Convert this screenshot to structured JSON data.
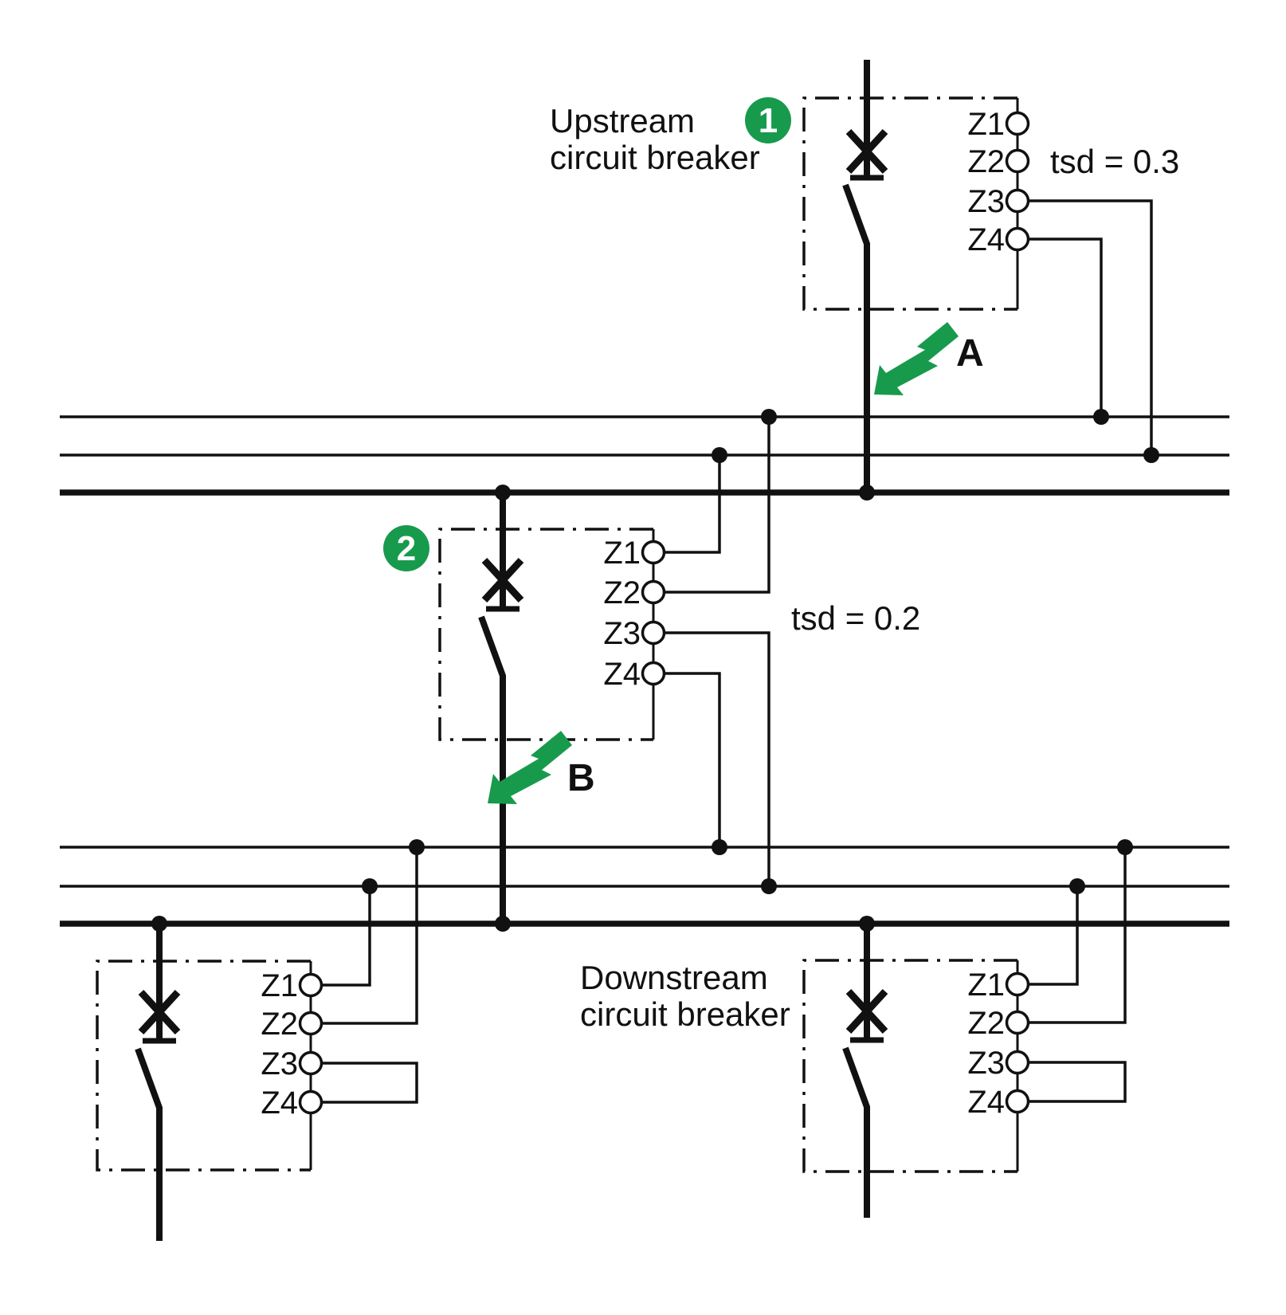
{
  "labels": {
    "upstream_line1": "Upstream",
    "upstream_line2": "circuit breaker",
    "downstream_line1": "Downstream",
    "downstream_line2": "circuit breaker",
    "tsd_upstream": "tsd = 0.3",
    "tsd_middle": "tsd = 0.2",
    "fault_a": "A",
    "fault_b": "B",
    "badge_upstream": "1",
    "badge_middle": "2"
  },
  "terminals": [
    "Z1",
    "Z2",
    "Z3",
    "Z4"
  ],
  "colors": {
    "accent_green": "#189A4D",
    "line": "#111111",
    "background": "#FFFFFF"
  },
  "diagram_data": {
    "type": "one-line electrical diagram, zone selective interlocking",
    "breakers": [
      {
        "badge": "1",
        "label": "Upstream circuit breaker",
        "tsd_setting": "tsd = 0.3",
        "terminals": [
          "Z1",
          "Z2",
          "Z3",
          "Z4"
        ]
      },
      {
        "badge": "2",
        "tsd_setting": "tsd = 0.2",
        "terminals": [
          "Z1",
          "Z2",
          "Z3",
          "Z4"
        ]
      },
      {
        "label": "Downstream circuit breaker",
        "terminals": [
          "Z1",
          "Z2",
          "Z3",
          "Z4"
        ]
      },
      {
        "label": "Downstream circuit breaker",
        "terminals": [
          "Z1",
          "Z2",
          "Z3",
          "Z4"
        ]
      }
    ],
    "faults": [
      "A",
      "B"
    ]
  }
}
